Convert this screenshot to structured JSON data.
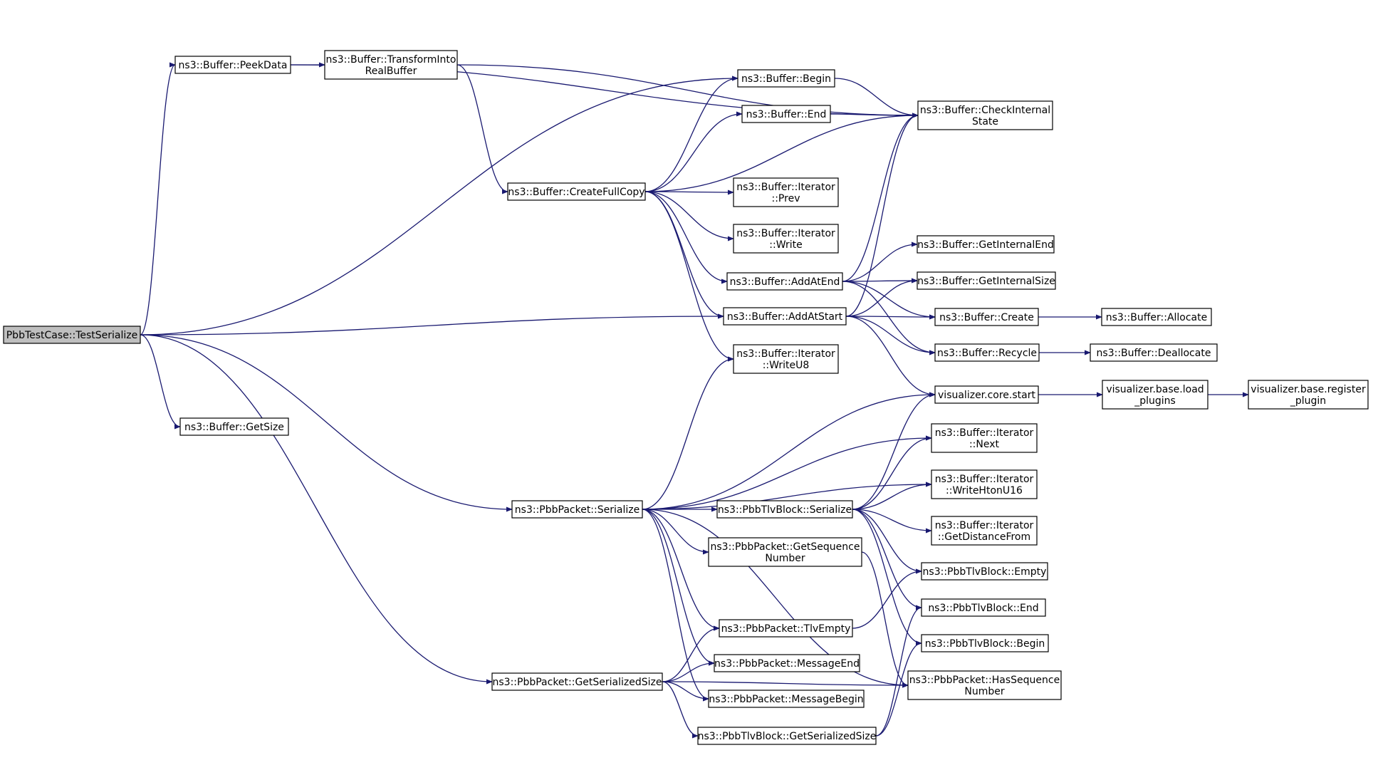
{
  "colors": {
    "edge": "#191970",
    "root_fill": "#bfbfbf",
    "node_fill": "#ffffff",
    "node_border": "#000000"
  },
  "nodes": [
    {
      "id": "root",
      "lines": [
        "PbbTestCase::TestSerialize"
      ]
    },
    {
      "id": "peek",
      "lines": [
        "ns3::Buffer::PeekData"
      ]
    },
    {
      "id": "transform",
      "lines": [
        "ns3::Buffer::TransformInto",
        "RealBuffer"
      ]
    },
    {
      "id": "getsize",
      "lines": [
        "ns3::Buffer::GetSize"
      ]
    },
    {
      "id": "bbegin",
      "lines": [
        "ns3::Buffer::Begin"
      ]
    },
    {
      "id": "bend",
      "lines": [
        "ns3::Buffer::End"
      ]
    },
    {
      "id": "check",
      "lines": [
        "ns3::Buffer::CheckInternal",
        "State"
      ]
    },
    {
      "id": "fullcopy",
      "lines": [
        "ns3::Buffer::CreateFullCopy"
      ]
    },
    {
      "id": "prev",
      "lines": [
        "ns3::Buffer::Iterator",
        "::Prev"
      ]
    },
    {
      "id": "write",
      "lines": [
        "ns3::Buffer::Iterator",
        "::Write"
      ]
    },
    {
      "id": "addend",
      "lines": [
        "ns3::Buffer::AddAtEnd"
      ]
    },
    {
      "id": "addstart",
      "lines": [
        "ns3::Buffer::AddAtStart"
      ]
    },
    {
      "id": "writeu8",
      "lines": [
        "ns3::Buffer::Iterator",
        "::WriteU8"
      ]
    },
    {
      "id": "intend",
      "lines": [
        "ns3::Buffer::GetInternalEnd"
      ]
    },
    {
      "id": "intsize",
      "lines": [
        "ns3::Buffer::GetInternalSize"
      ]
    },
    {
      "id": "create",
      "lines": [
        "ns3::Buffer::Create"
      ]
    },
    {
      "id": "recycle",
      "lines": [
        "ns3::Buffer::Recycle"
      ]
    },
    {
      "id": "allocate",
      "lines": [
        "ns3::Buffer::Allocate"
      ]
    },
    {
      "id": "deallocate",
      "lines": [
        "ns3::Buffer::Deallocate"
      ]
    },
    {
      "id": "vstart",
      "lines": [
        "visualizer.core.start"
      ]
    },
    {
      "id": "vload",
      "lines": [
        "visualizer.base.load",
        "_plugins"
      ]
    },
    {
      "id": "vreg",
      "lines": [
        "visualizer.base.register",
        "_plugin"
      ]
    },
    {
      "id": "next",
      "lines": [
        "ns3::Buffer::Iterator",
        "::Next"
      ]
    },
    {
      "id": "htonu16",
      "lines": [
        "ns3::Buffer::Iterator",
        "::WriteHtonU16"
      ]
    },
    {
      "id": "distfrom",
      "lines": [
        "ns3::Buffer::Iterator",
        "::GetDistanceFrom"
      ]
    },
    {
      "id": "pser",
      "lines": [
        "ns3::PbbPacket::Serialize"
      ]
    },
    {
      "id": "tser",
      "lines": [
        "ns3::PbbTlvBlock::Serialize"
      ]
    },
    {
      "id": "getseq",
      "lines": [
        "ns3::PbbPacket::GetSequence",
        "Number"
      ]
    },
    {
      "id": "tempty",
      "lines": [
        "ns3::PbbTlvBlock::Empty"
      ]
    },
    {
      "id": "tend",
      "lines": [
        "ns3::PbbTlvBlock::End"
      ]
    },
    {
      "id": "tbegin",
      "lines": [
        "ns3::PbbTlvBlock::Begin"
      ]
    },
    {
      "id": "hasseq",
      "lines": [
        "ns3::PbbPacket::HasSequence",
        "Number"
      ]
    },
    {
      "id": "tlvempty",
      "lines": [
        "ns3::PbbPacket::TlvEmpty"
      ]
    },
    {
      "id": "msgend",
      "lines": [
        "ns3::PbbPacket::MessageEnd"
      ]
    },
    {
      "id": "msgbegin",
      "lines": [
        "ns3::PbbPacket::MessageBegin"
      ]
    },
    {
      "id": "pgetser",
      "lines": [
        "ns3::PbbPacket::GetSerializedSize"
      ]
    },
    {
      "id": "tgetser",
      "lines": [
        "ns3::PbbTlvBlock::GetSerializedSize"
      ]
    }
  ],
  "edges": [
    {
      "from": "root",
      "to": "peek"
    },
    {
      "from": "root",
      "to": "bbegin"
    },
    {
      "from": "root",
      "to": "addstart"
    },
    {
      "from": "root",
      "to": "getsize"
    },
    {
      "from": "root",
      "to": "pser"
    },
    {
      "from": "root",
      "to": "pgetser"
    },
    {
      "from": "peek",
      "to": "transform"
    },
    {
      "from": "peek",
      "to": "check"
    },
    {
      "from": "transform",
      "to": "check"
    },
    {
      "from": "transform",
      "to": "fullcopy"
    },
    {
      "from": "bbegin",
      "to": "check"
    },
    {
      "from": "bend",
      "to": "check"
    },
    {
      "from": "fullcopy",
      "to": "bbegin"
    },
    {
      "from": "fullcopy",
      "to": "bend"
    },
    {
      "from": "fullcopy",
      "to": "check"
    },
    {
      "from": "fullcopy",
      "to": "prev"
    },
    {
      "from": "fullcopy",
      "to": "write"
    },
    {
      "from": "fullcopy",
      "to": "addend"
    },
    {
      "from": "fullcopy",
      "to": "addstart"
    },
    {
      "from": "fullcopy",
      "to": "writeu8"
    },
    {
      "from": "addend",
      "to": "check"
    },
    {
      "from": "addend",
      "to": "intend"
    },
    {
      "from": "addend",
      "to": "intsize"
    },
    {
      "from": "addend",
      "to": "create"
    },
    {
      "from": "addend",
      "to": "recycle"
    },
    {
      "from": "addstart",
      "to": "check"
    },
    {
      "from": "addstart",
      "to": "intsize"
    },
    {
      "from": "addstart",
      "to": "create"
    },
    {
      "from": "addstart",
      "to": "recycle"
    },
    {
      "from": "addstart",
      "to": "vstart"
    },
    {
      "from": "create",
      "to": "allocate"
    },
    {
      "from": "recycle",
      "to": "deallocate"
    },
    {
      "from": "vstart",
      "to": "vload"
    },
    {
      "from": "vload",
      "to": "vreg"
    },
    {
      "from": "pser",
      "to": "writeu8"
    },
    {
      "from": "pser",
      "to": "vstart"
    },
    {
      "from": "pser",
      "to": "next"
    },
    {
      "from": "pser",
      "to": "htonu16"
    },
    {
      "from": "pser",
      "to": "tser"
    },
    {
      "from": "pser",
      "to": "getseq"
    },
    {
      "from": "pser",
      "to": "hasseq"
    },
    {
      "from": "pser",
      "to": "tlvempty"
    },
    {
      "from": "pser",
      "to": "msgend"
    },
    {
      "from": "pser",
      "to": "msgbegin"
    },
    {
      "from": "tser",
      "to": "vstart"
    },
    {
      "from": "tser",
      "to": "next"
    },
    {
      "from": "tser",
      "to": "htonu16"
    },
    {
      "from": "tser",
      "to": "distfrom"
    },
    {
      "from": "tser",
      "to": "tempty"
    },
    {
      "from": "tser",
      "to": "tend"
    },
    {
      "from": "tser",
      "to": "tbegin"
    },
    {
      "from": "getseq",
      "to": "hasseq"
    },
    {
      "from": "tlvempty",
      "to": "tempty"
    },
    {
      "from": "pgetser",
      "to": "tlvempty"
    },
    {
      "from": "pgetser",
      "to": "msgend"
    },
    {
      "from": "pgetser",
      "to": "msgbegin"
    },
    {
      "from": "pgetser",
      "to": "tgetser"
    },
    {
      "from": "pgetser",
      "to": "hasseq"
    },
    {
      "from": "tgetser",
      "to": "tend"
    },
    {
      "from": "tgetser",
      "to": "tbegin"
    }
  ]
}
